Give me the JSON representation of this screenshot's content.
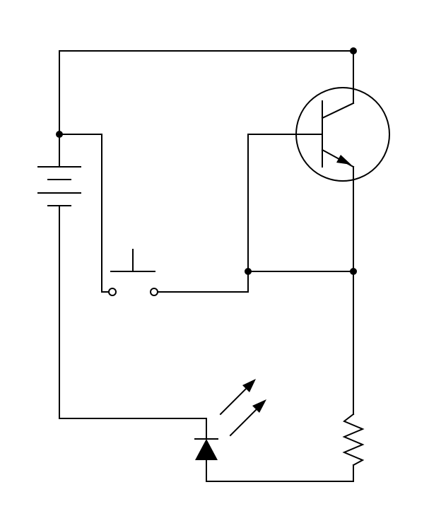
{
  "diagram": {
    "type": "circuit-schematic",
    "components": [
      {
        "id": "battery",
        "kind": "battery",
        "cells": 2
      },
      {
        "id": "switch",
        "kind": "push-button-switch",
        "state": "open"
      },
      {
        "id": "transistor",
        "kind": "npn-bipolar-transistor"
      },
      {
        "id": "resistor",
        "kind": "resistor"
      },
      {
        "id": "led",
        "kind": "light-emitting-diode"
      }
    ],
    "colors": {
      "background": "#ffffff",
      "line": "#000000"
    }
  }
}
